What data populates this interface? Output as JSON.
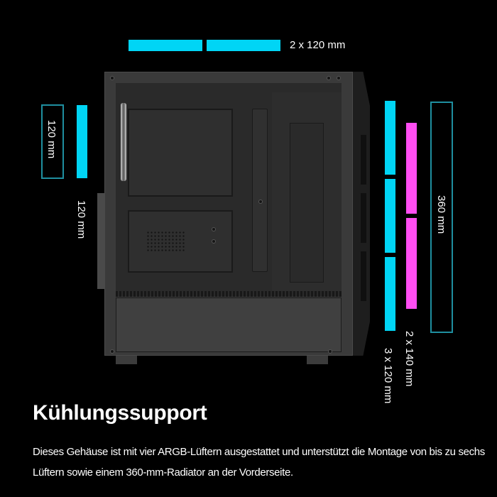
{
  "dimensions": {
    "top_fans": {
      "label": "2 x 120 mm",
      "count": 2,
      "color": "#00d5f5"
    },
    "rear_fan_outline": {
      "label": "120 mm",
      "color": "#1f8fa0"
    },
    "rear_fan": {
      "label": "120 mm",
      "count": 1,
      "color": "#00d5f5"
    },
    "front_fans_120": {
      "label": "3 x 120 mm",
      "count": 3,
      "color": "#00d5f5"
    },
    "front_fans_140": {
      "label": "2 x 140 mm",
      "count": 2,
      "color": "#ff4ef2"
    },
    "radiator": {
      "label": "360 mm",
      "color": "#1f8fa0"
    }
  },
  "content": {
    "title": "Kühlungssupport",
    "description": "Dieses Gehäuse ist mit vier ARGB-Lüftern ausgestattet und unterstützt die Montage von bis zu sechs Lüftern sowie einem 360-mm-Radiator an der Vorderseite."
  }
}
